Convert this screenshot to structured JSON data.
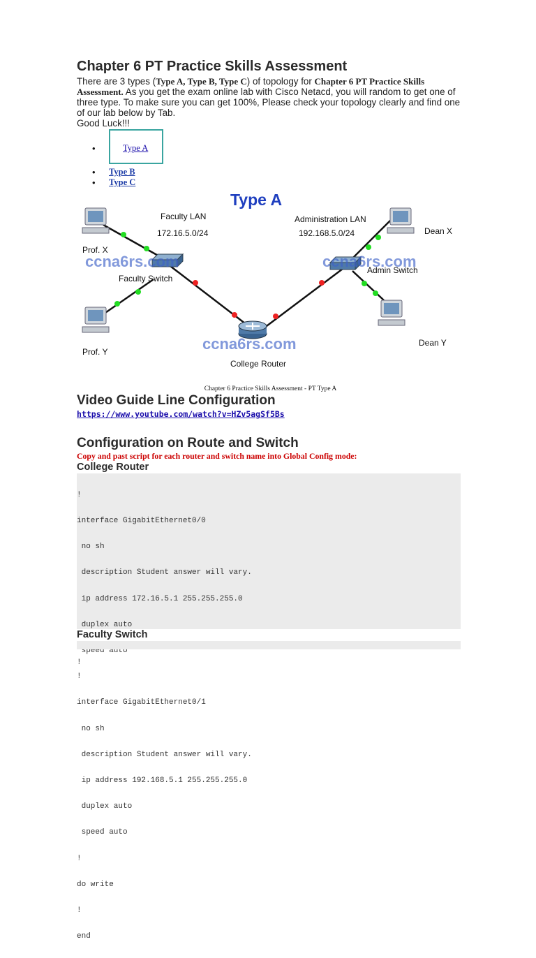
{
  "header": {
    "title": "Chapter 6 PT Practice Skills Assessment"
  },
  "intro": {
    "part1": "There are 3 types (",
    "types_bold": "Type A, Type B, Type C",
    "part2": ") of topology for ",
    "chapter_bold": "Chapter 6 PT Practice Skills Assessment.",
    "part3": " As you get the exam online lab with Cisco Netacd, you will random to get one of three type. To make sure you can get 100%, Please check your topology clearly and find one of our lab below by Tab.",
    "good_luck": "Good Luck!!!"
  },
  "tabs": {
    "bullet": "•",
    "items": [
      "Type A",
      "Type B",
      "Type C"
    ]
  },
  "diagram": {
    "title": "Type A",
    "watermark": "ccna6rs.com",
    "labels": {
      "faculty_lan": "Faculty LAN",
      "faculty_net": "172.16.5.0/24",
      "admin_lan": "Administration LAN",
      "admin_net": "192.168.5.0/24",
      "prof_x": "Prof. X",
      "prof_y": "Prof. Y",
      "dean_x": "Dean X",
      "dean_y": "Dean Y",
      "faculty_switch": "Faculty Switch",
      "admin_switch": "Admin Switch",
      "college_router": "College Router"
    },
    "colors": {
      "title": "#1f3fbf",
      "watermark": "#3f63c8",
      "link_up": "#22dd22",
      "link_down": "#ee2222"
    },
    "caption": "Chapter 6 Practice Skills Assessment - PT Type A"
  },
  "video_section": {
    "heading": "Video Guide Line Configuration",
    "link": "https://www.youtube.com/watch?v=HZv5agSf5Bs"
  },
  "config_section": {
    "heading": "Configuration on Route and Switch",
    "instruction_prefix": "Copy and past script for each router and switch name into ",
    "instruction_bold": "Global Config mode:",
    "router": {
      "heading": "College Router",
      "lines": [
        "!",
        "interface GigabitEthernet0/0",
        " no sh",
        " description Student answer will vary.",
        " ip address 172.16.5.1 255.255.255.0",
        " duplex auto",
        " speed auto",
        "!",
        "interface GigabitEthernet0/1",
        " no sh",
        " description Student answer will vary.",
        " ip address 192.168.5.1 255.255.255.0",
        " duplex auto",
        " speed auto",
        "!",
        "do write",
        "!",
        "end"
      ]
    },
    "switch": {
      "heading": "Faculty Switch",
      "lines": [
        "!"
      ]
    }
  }
}
